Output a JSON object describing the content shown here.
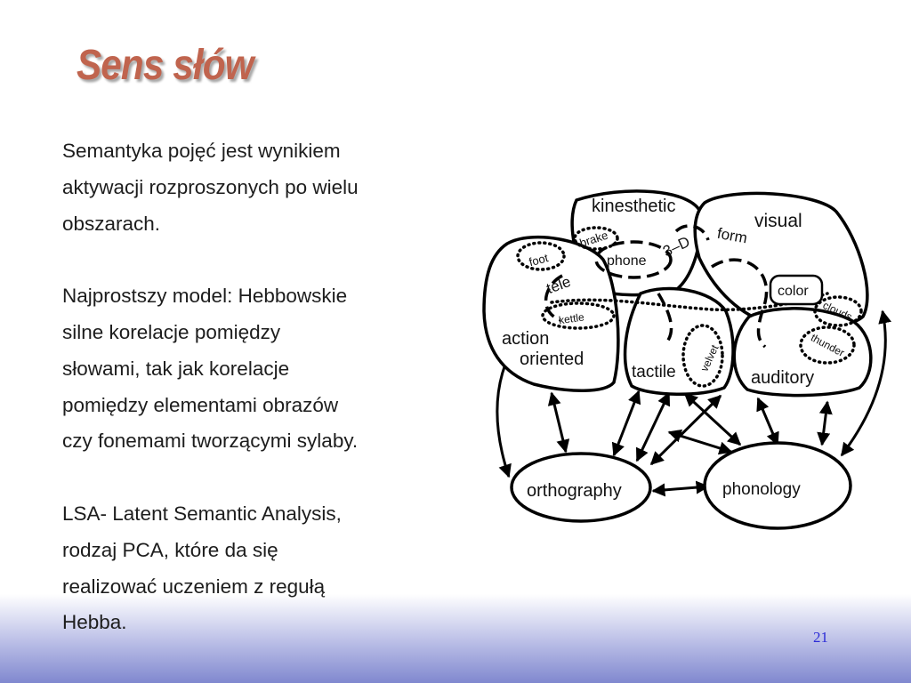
{
  "slide": {
    "title": "Sens słów",
    "paragraphs": [
      [
        "Semantyka pojęć jest wynikiem",
        "aktywacji rozproszonych po wielu",
        "obszarach."
      ],
      [
        "Najprostszy model: Hebbowskie",
        "silne korelacje pomiędzy",
        "słowami, tak jak korelacje",
        "pomiędzy elementami obrazów",
        "czy fonemami tworzącymi sylaby."
      ],
      [
        "LSA- Latent Semantic Analysis,",
        "rodzaj PCA, które da się",
        "realizować uczeniem z regułą",
        "Hebba."
      ]
    ],
    "page_number": "21"
  },
  "diagram": {
    "regions": {
      "kinesthetic": "kinesthetic",
      "visual": "visual",
      "action_line1": "action",
      "action_line2": "oriented",
      "tactile": "tactile",
      "auditory": "auditory",
      "orthography": "orthography",
      "phonology": "phonology"
    },
    "features": {
      "foot": "foot",
      "brake": "brake",
      "phone": "phone",
      "three_d": "3–D",
      "form": "form",
      "tele": "tele",
      "kettle": "kettle",
      "velvet": "velvet",
      "color": "color",
      "clouds": "clouds",
      "thunder": "thunder"
    }
  }
}
